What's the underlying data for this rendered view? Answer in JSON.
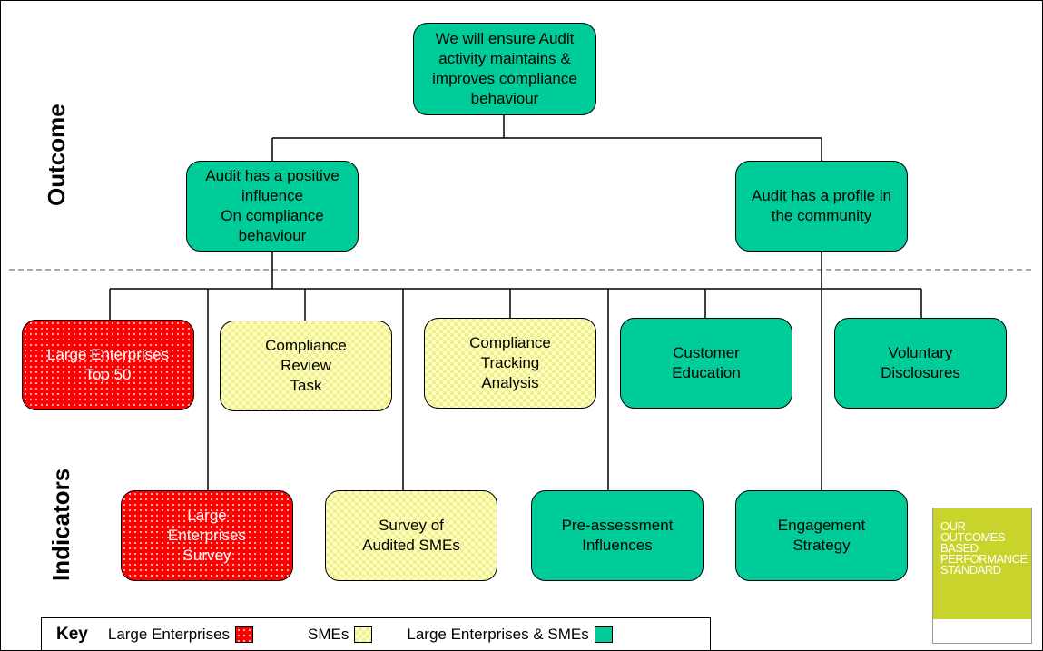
{
  "side_labels": {
    "outcome": "Outcome",
    "indicators": "Indicators"
  },
  "nodes": {
    "top": "We will ensure Audit activity maintains & improves compliance behaviour",
    "mid_left": "Audit has a positive influence\nOn compliance behaviour",
    "mid_right": "Audit has a profile in the community",
    "large_top50": "Large Enterprises\nTop 50",
    "compliance_review": "Compliance\nReview\nTask",
    "compliance_tracking": "Compliance\nTracking\nAnalysis",
    "customer_education": "Customer\nEducation",
    "voluntary_disclosures": "Voluntary\nDisclosures",
    "large_survey": "Large\nEnterprises\nSurvey",
    "survey_smes": "Survey of\nAudited SMEs",
    "pre_assessment": "Pre-assessment\nInfluences",
    "engagement": "Engagement\nStrategy"
  },
  "key": {
    "title": "Key",
    "large": "Large Enterprises",
    "smes": "SMEs",
    "both": "Large Enterprises & SMEs"
  },
  "colors": {
    "teal": "#00cc99",
    "red": "#ff0000",
    "yellow": "#ffffc0"
  },
  "thumbnail": {
    "title": "OUR\nOUTCOMES\nBASED\nPERFORMANCE\nSTANDARD"
  }
}
